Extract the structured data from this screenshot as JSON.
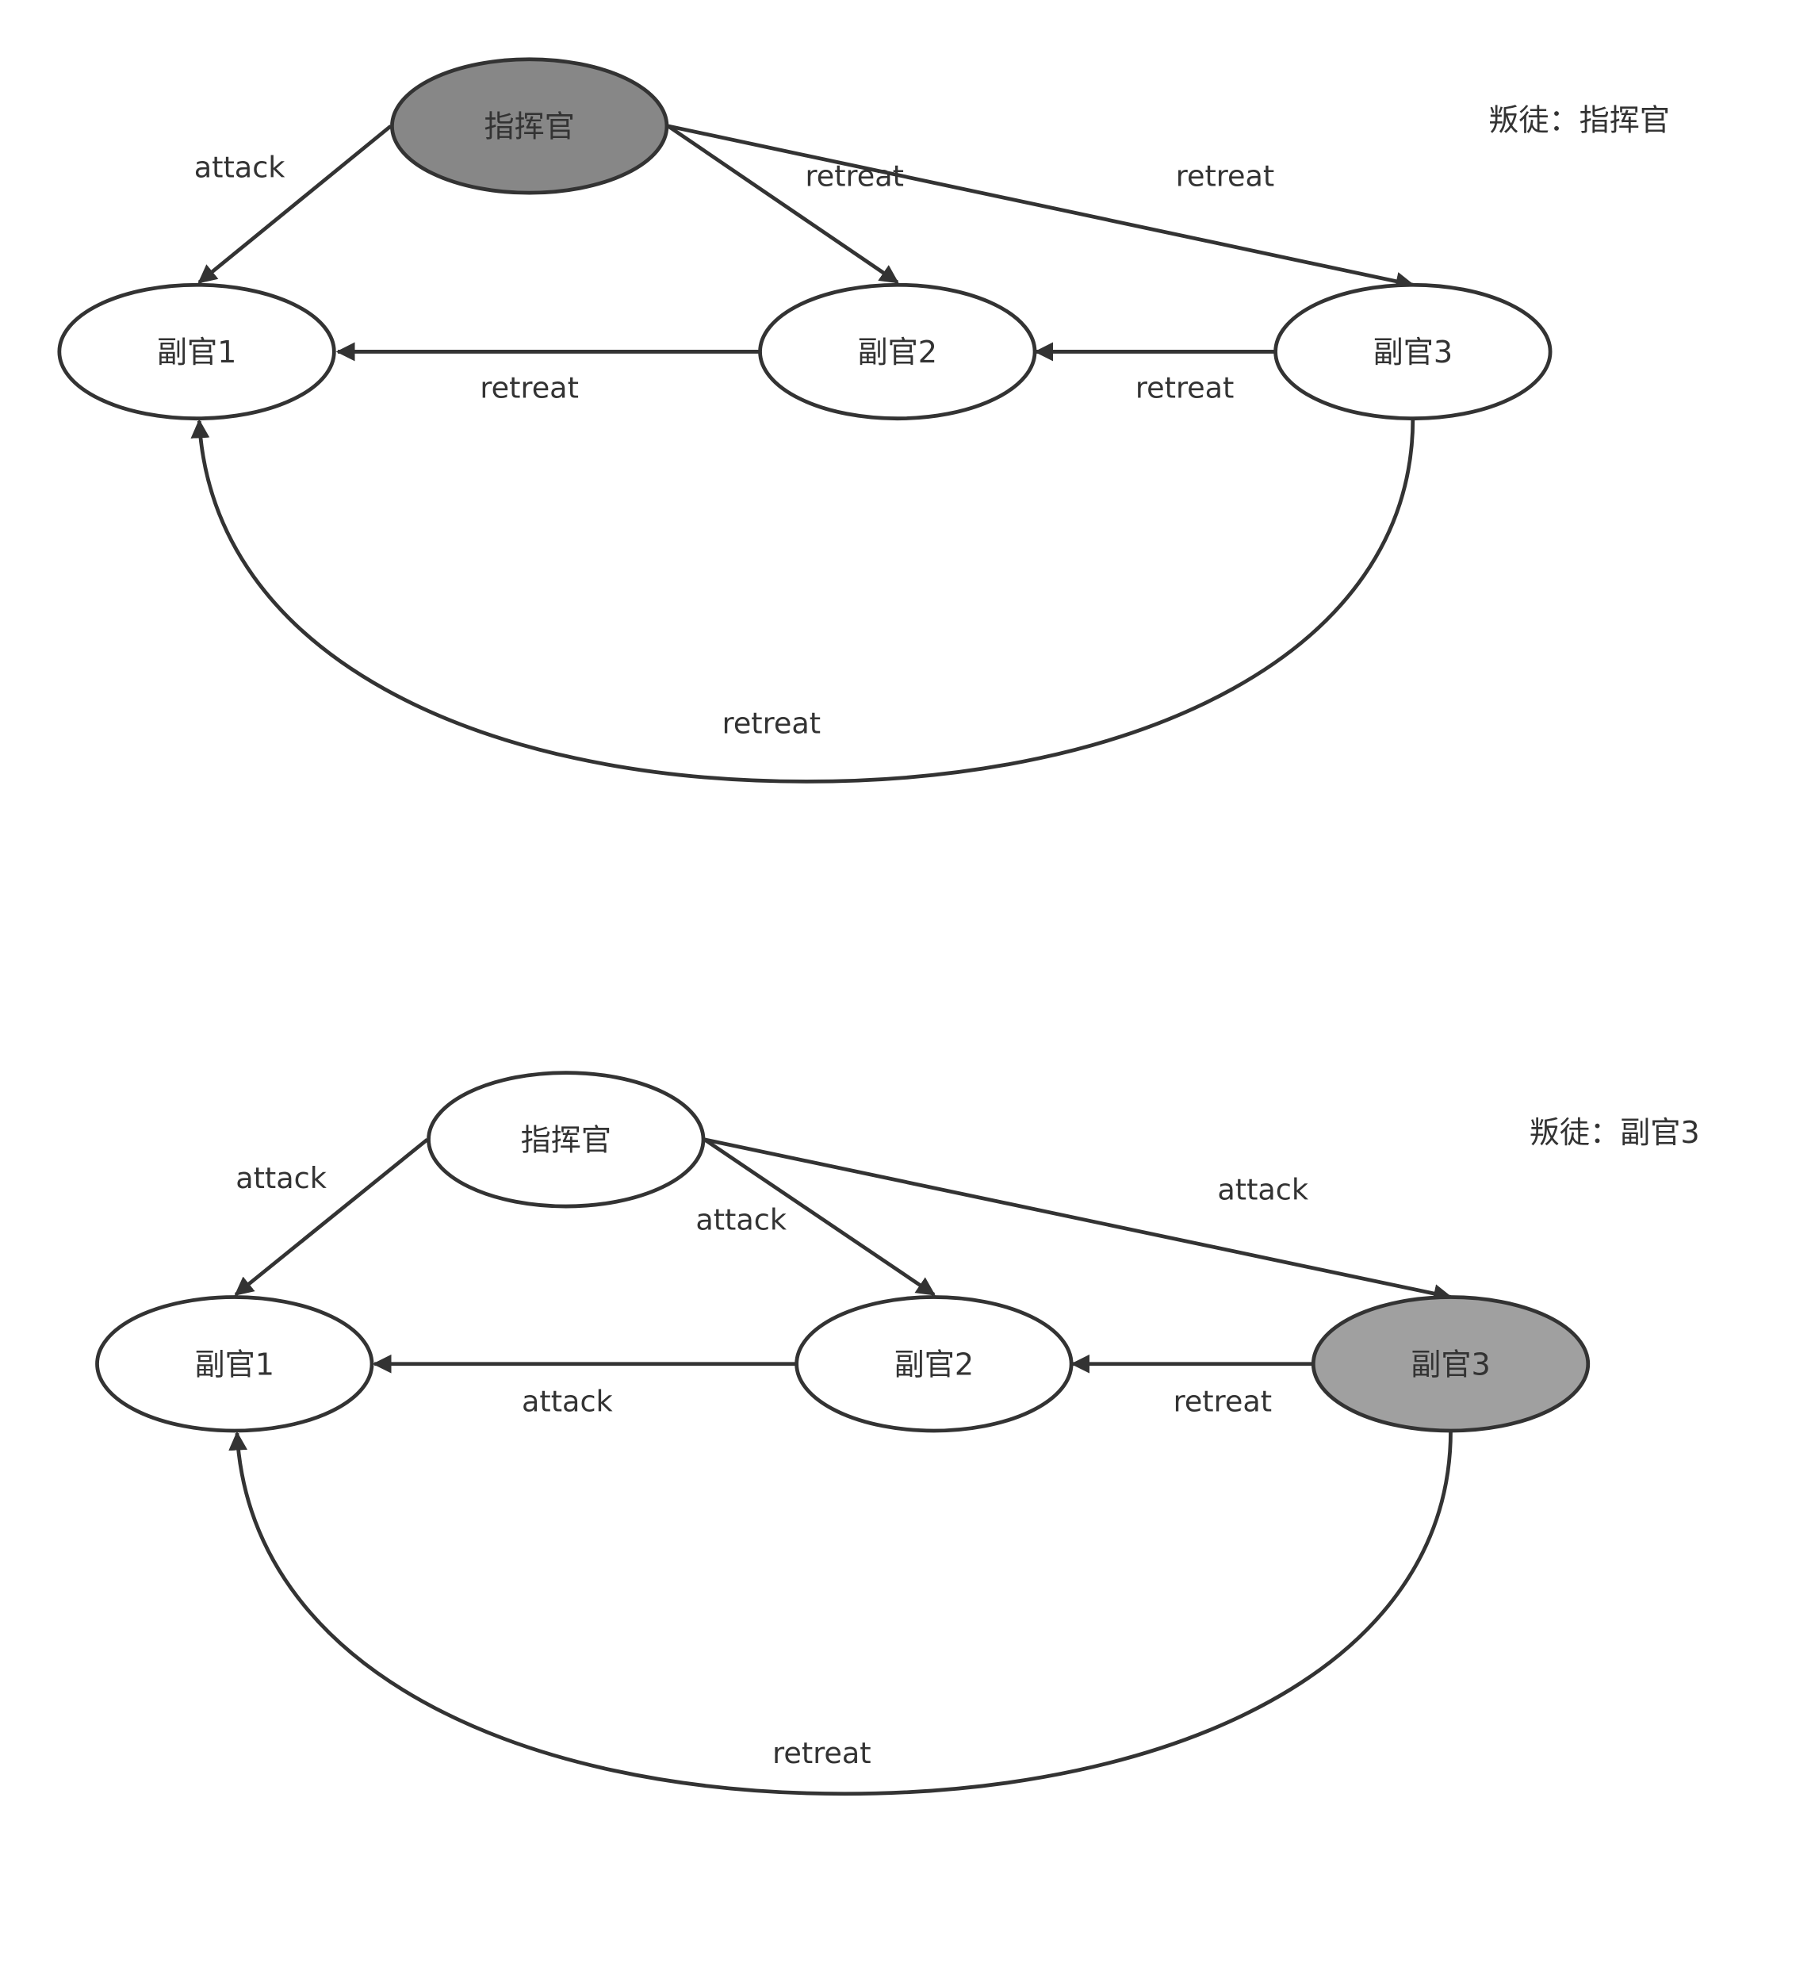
{
  "colors": {
    "stroke": "#333333",
    "traitor_fill_1": "#878787",
    "traitor_fill_2": "#a0a0a0",
    "node_fill": "#ffffff"
  },
  "diagrams": [
    {
      "note": "叛徒：指挥官",
      "nodes": [
        {
          "label": "指挥官",
          "traitor": true
        },
        {
          "label": "副官1",
          "traitor": false
        },
        {
          "label": "副官2",
          "traitor": false
        },
        {
          "label": "副官3",
          "traitor": false
        }
      ],
      "edges": [
        {
          "from": "指挥官",
          "to": "副官1",
          "label": "attack"
        },
        {
          "from": "指挥官",
          "to": "副官2",
          "label": "retreat"
        },
        {
          "from": "指挥官",
          "to": "副官3",
          "label": "retreat"
        },
        {
          "from": "副官2",
          "to": "副官1",
          "label": "retreat"
        },
        {
          "from": "副官3",
          "to": "副官2",
          "label": "retreat"
        },
        {
          "from": "副官3",
          "to": "副官1",
          "label": "retreat"
        }
      ]
    },
    {
      "note": "叛徒：副官3",
      "nodes": [
        {
          "label": "指挥官",
          "traitor": false
        },
        {
          "label": "副官1",
          "traitor": false
        },
        {
          "label": "副官2",
          "traitor": false
        },
        {
          "label": "副官3",
          "traitor": true
        }
      ],
      "edges": [
        {
          "from": "指挥官",
          "to": "副官1",
          "label": "attack"
        },
        {
          "from": "指挥官",
          "to": "副官2",
          "label": "attack"
        },
        {
          "from": "指挥官",
          "to": "副官3",
          "label": "attack"
        },
        {
          "from": "副官2",
          "to": "副官1",
          "label": "attack"
        },
        {
          "from": "副官3",
          "to": "副官2",
          "label": "retreat"
        },
        {
          "from": "副官3",
          "to": "副官1",
          "label": "retreat"
        }
      ]
    }
  ]
}
